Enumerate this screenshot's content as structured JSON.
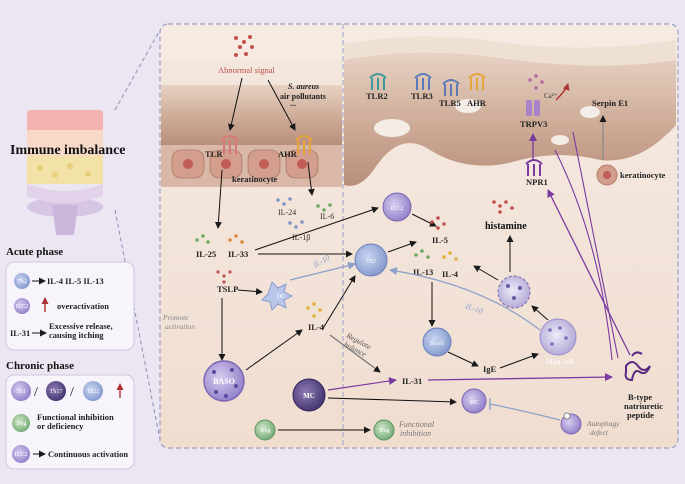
{
  "left_panel": {
    "immune_imbalance": "Immune imbalance",
    "acute_phase": "Acute phase",
    "acute_legend": {
      "th2_cell": "Th2",
      "th2_cytokines": "IL-4 IL-5 IL-13",
      "ilc2_cell": "ILC2",
      "overactivation": "overactivation",
      "il31_term": "IL-31",
      "il31_desc": "Excessive release, causing itching"
    },
    "chronic_phase": "Chronic phase",
    "chronic_legend": {
      "th1": "Th1",
      "th17": "Th17",
      "th22": "Th22",
      "treg_cell": "Treg",
      "treg_desc": "Functional inhibition or deficiency",
      "ilc2_cell": "ILC2",
      "ilc2_desc": "Continuous activation"
    }
  },
  "main": {
    "abnormal_signal": "Abnormal signal",
    "s_aureus_line1": "S. aureus",
    "s_aureus_line2": "air pollutants",
    "s_aureus_line3": "...",
    "tlr": "TLR",
    "ahr": "AHR",
    "keratinocyte_left": "keratinocyte",
    "il24": "IL-24",
    "il6": "IL-6",
    "il1b": "IL-1β",
    "il25": "IL-25",
    "il33": "IL-33",
    "tslp": "TSLP",
    "dc": "DC",
    "promote_activation_1": "Promote",
    "promote_activation_2": "activation",
    "baso": "BASO",
    "il4_center": "IL-4",
    "il10_th2": "IL-10",
    "regulate_balance_1": "Regulate",
    "regulate_balance_2": "balance",
    "ilc2": "ILC2",
    "th2": "Th2",
    "il5": "IL-5",
    "il13": "IL-13",
    "il4_right": "IL-4",
    "histamine": "histamine",
    "b_cell": "B cell",
    "ige": "IgE",
    "il10_mast": "IL-10",
    "mast_cell": "Mast cell",
    "mc": "MC",
    "il31": "IL-31",
    "mc_small": "MC",
    "autophagy_1": "Autophagy",
    "autophagy_2": "defect",
    "treg": "Treg",
    "treg_target": "Treg",
    "functional_inhibition_1": "Functional",
    "functional_inhibition_2": "inhibition",
    "tlr2": "TLR2",
    "tlr3": "TLR3",
    "tlr5": "TLR5",
    "ahr_right": "AHR",
    "ca": "Ca²⁺",
    "trpv3": "TRPV3",
    "npr1": "NPR1",
    "serpin_e1": "Serpin E1",
    "keratinocyte_right": "keratinocyte",
    "bnp_1": "B-type",
    "bnp_2": "natriuretic",
    "bnp_3": "peptide"
  },
  "colors": {
    "background": "#ece6f2",
    "skin_tissue": "#f3e4da",
    "epidermis": "#c7a592",
    "red_text": "#c0504d",
    "purple_arrow": "#7a3aa0",
    "blue_arrow": "#8aa0c8"
  }
}
